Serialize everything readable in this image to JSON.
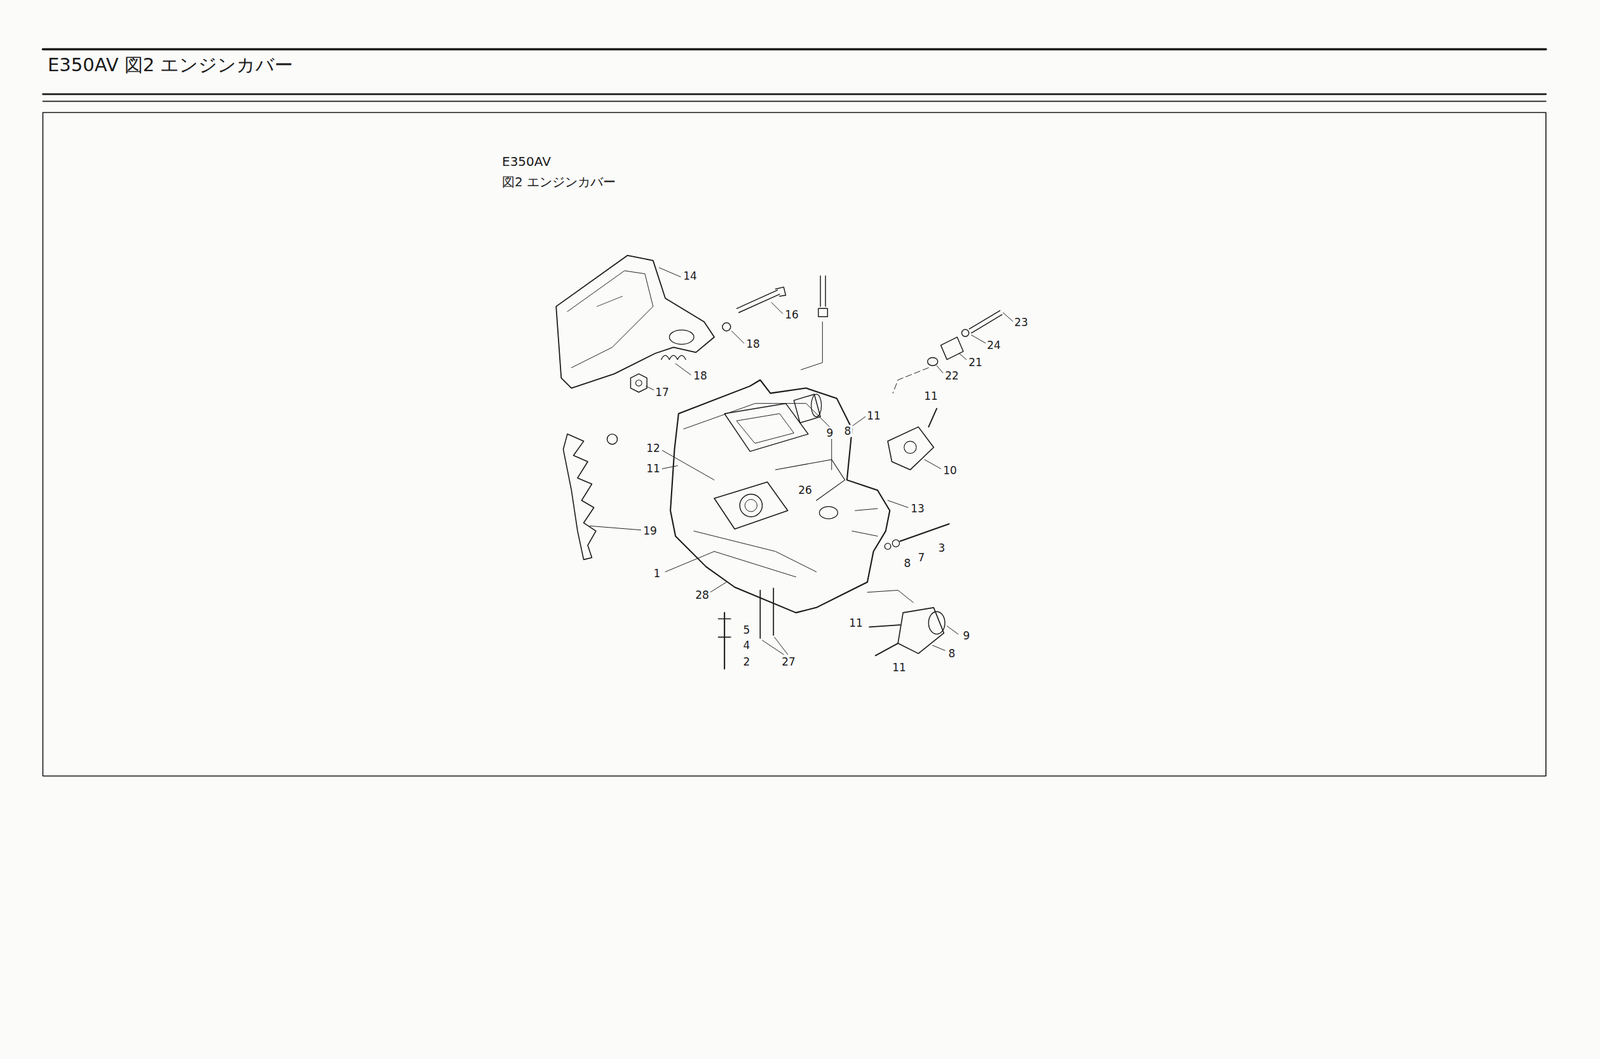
{
  "diagram": {
    "title": "E350AV 図2 エンジンカバー",
    "labels": [
      "E350AV",
      "図2 エンジンカバー",
      "14",
      "16",
      "18",
      "18",
      "17",
      "23",
      "24",
      "21",
      "22",
      "9",
      "8",
      "11",
      "11",
      "12",
      "11",
      "10",
      "26",
      "13",
      "19",
      "1",
      "8",
      "7",
      "3",
      "28",
      "5",
      "4",
      "2",
      "27",
      "11",
      "9",
      "8",
      "11"
    ]
  }
}
